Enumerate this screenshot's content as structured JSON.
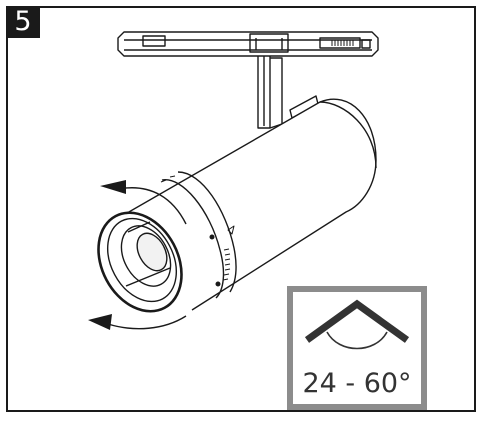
{
  "step": {
    "number": "5"
  },
  "beam_angle": {
    "label": "24 - 60°",
    "icon": "beam-angle-icon"
  },
  "instruction": {
    "action": "rotate-focus-ring",
    "icon": "rotate-arrows-icon"
  },
  "colors": {
    "line": "#1a1a1a",
    "badge_bg": "#1a1a1a",
    "info_border": "#8c8c8c"
  }
}
